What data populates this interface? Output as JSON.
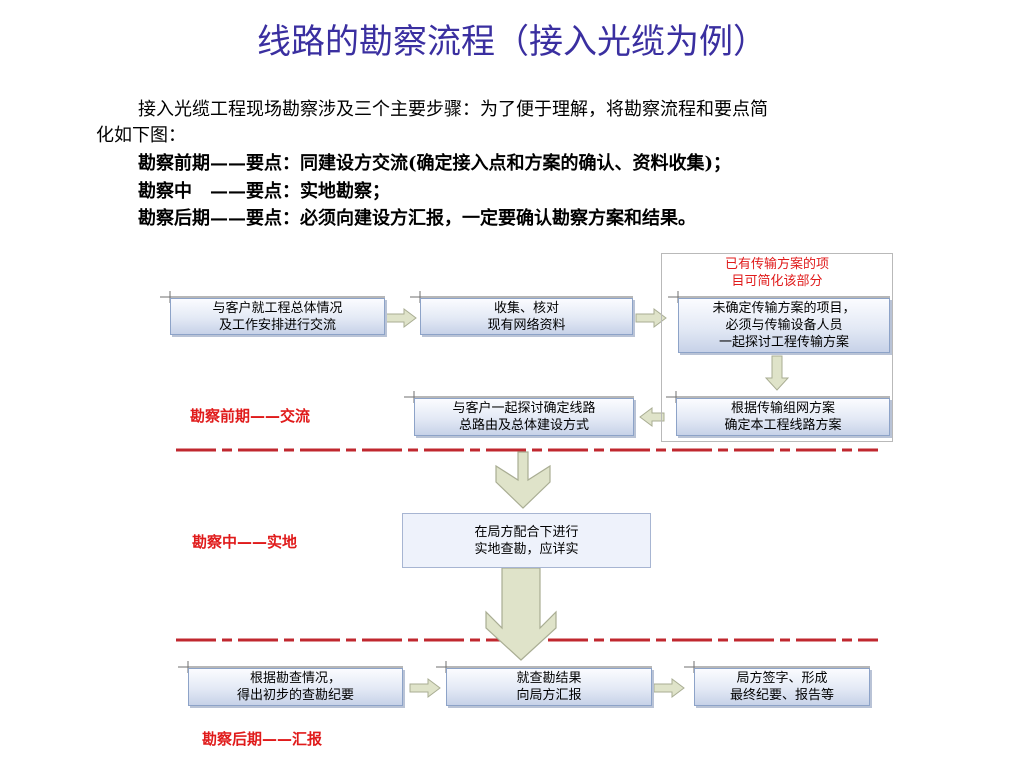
{
  "title": "线路的勘察流程（接入光缆为例）",
  "intro": {
    "line1": "接入光缆工程现场勘察涉及三个主要步骤：为了便于理解，将勘察流程和要点简",
    "line2": "化如下图：",
    "bullets": [
      "勘察前期——要点：同建设方交流(确定接入点和方案的确认、资料收集)；",
      "勘察中　——要点：实地勘察；",
      "勘察后期——要点：必须向建设方汇报，一定要确认勘察方案和结果。"
    ]
  },
  "diagram": {
    "note": "已有传输方案的项\n目可简化该部分",
    "boxes": {
      "b1": "与客户就工程总体情况\n及工作安排进行交流",
      "b2": "收集、核对\n现有网络资料",
      "b3": "未确定传输方案的项目，\n必须与传输设备人员\n一起探讨工程传输方案",
      "b4": "与客户一起探讨确定线路\n总路由及总体建设方式",
      "b5": "根据传输组网方案\n确定本工程线路方案",
      "b6": "在局方配合下进行\n实地查勘，应详实",
      "b7": "根据勘查情况，\n得出初步的查勘纪要",
      "b8": "就查勘结果\n向局方汇报",
      "b9": "局方签字、形成\n最终纪要、报告等"
    },
    "phases": {
      "pre": "勘察前期——交流",
      "mid": "勘察中——实地",
      "post": "勘察后期——汇报"
    },
    "colors": {
      "title": "#3a2fa0",
      "phase_text": "#e01b1b",
      "divider": "#c0282f",
      "arrow_fill": "#dfe3c9",
      "arrow_stroke": "#a9ad93"
    }
  }
}
